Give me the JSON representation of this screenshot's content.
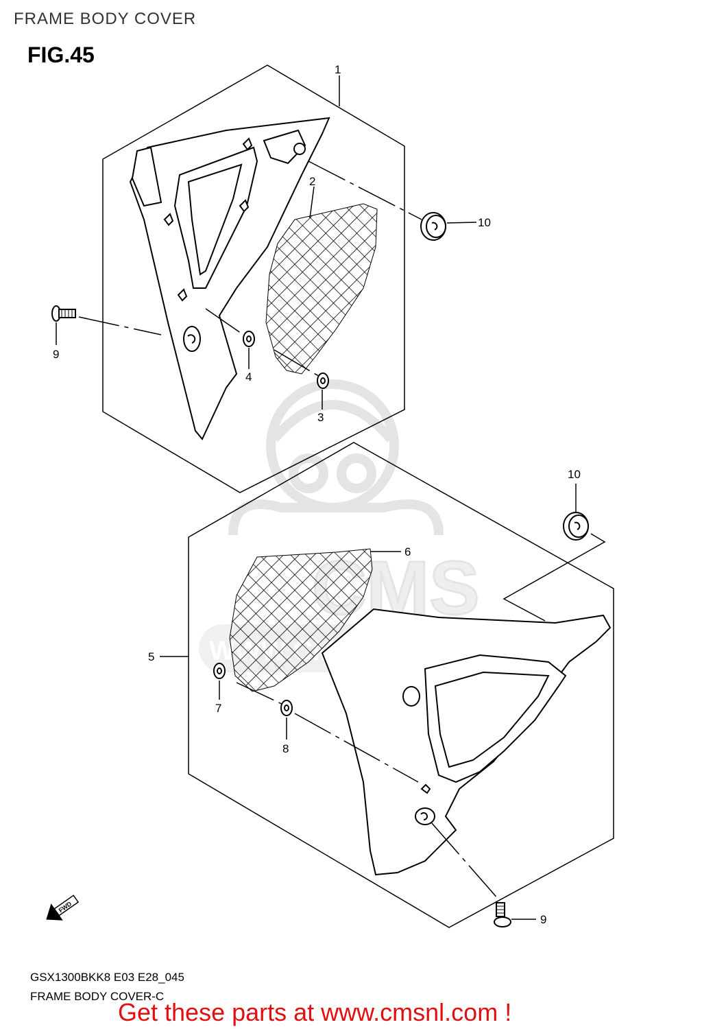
{
  "header": {
    "title": "FRAME BODY COVER",
    "figure": "FIG.45"
  },
  "callouts": [
    {
      "id": "c1",
      "label": "1"
    },
    {
      "id": "c2",
      "label": "2"
    },
    {
      "id": "c3",
      "label": "3"
    },
    {
      "id": "c4",
      "label": "4"
    },
    {
      "id": "c5",
      "label": "5"
    },
    {
      "id": "c6",
      "label": "6"
    },
    {
      "id": "c7",
      "label": "7"
    },
    {
      "id": "c8",
      "label": "8"
    },
    {
      "id": "c9a",
      "label": "9"
    },
    {
      "id": "c9b",
      "label": "9"
    },
    {
      "id": "c10a",
      "label": "10"
    },
    {
      "id": "c10b",
      "label": "10"
    }
  ],
  "direction_arrow": {
    "label": "FWD",
    "icon": "forward-arrow-icon"
  },
  "watermark": {
    "brand": "CMS",
    "url": "WWW.CMSNL.COM",
    "icon": "mascot-icon"
  },
  "footer": {
    "model_code": "GSX1300BKK8 E03 E28_045",
    "caption": "FRAME BODY COVER-C",
    "promo": "Get these parts at www.cmsnl.com !"
  },
  "colors": {
    "promo": "#e01010",
    "line": "#000000",
    "watermark": "#dcdcdc"
  }
}
